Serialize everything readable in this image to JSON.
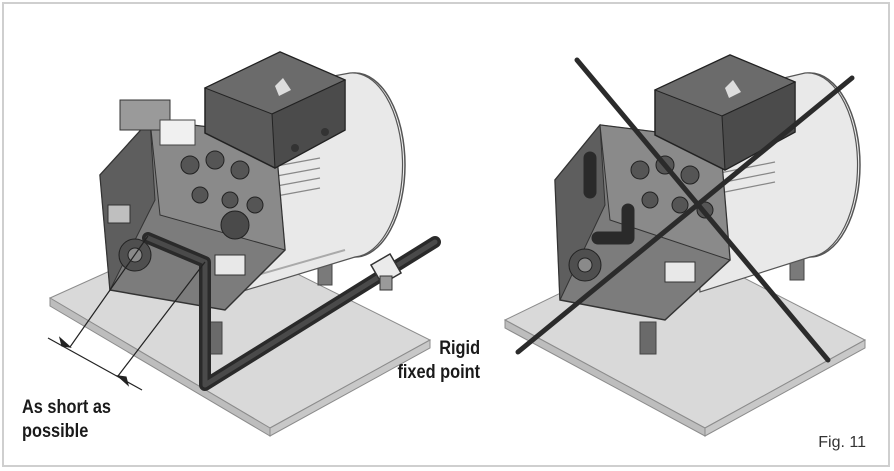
{
  "labels": {
    "short_line1": "As short as",
    "short_line2": "possible",
    "rigid_line1": "Rigid",
    "rigid_line2": "fixed point",
    "figure": "Fig. 11"
  },
  "colors": {
    "base_plate": "#d9d9d9",
    "motor_body": "#e6e6e6",
    "housing_dark": "#6e6e6e",
    "terminal_box": "#5a5a5a",
    "pipe": "#2a2a2a",
    "cross": "#2b2b2b",
    "frame_border": "#cfcfcf"
  },
  "icons": {
    "left": "compressor-correct-installation",
    "right": "compressor-incorrect-installation",
    "cross": "cross-mark-icon"
  }
}
